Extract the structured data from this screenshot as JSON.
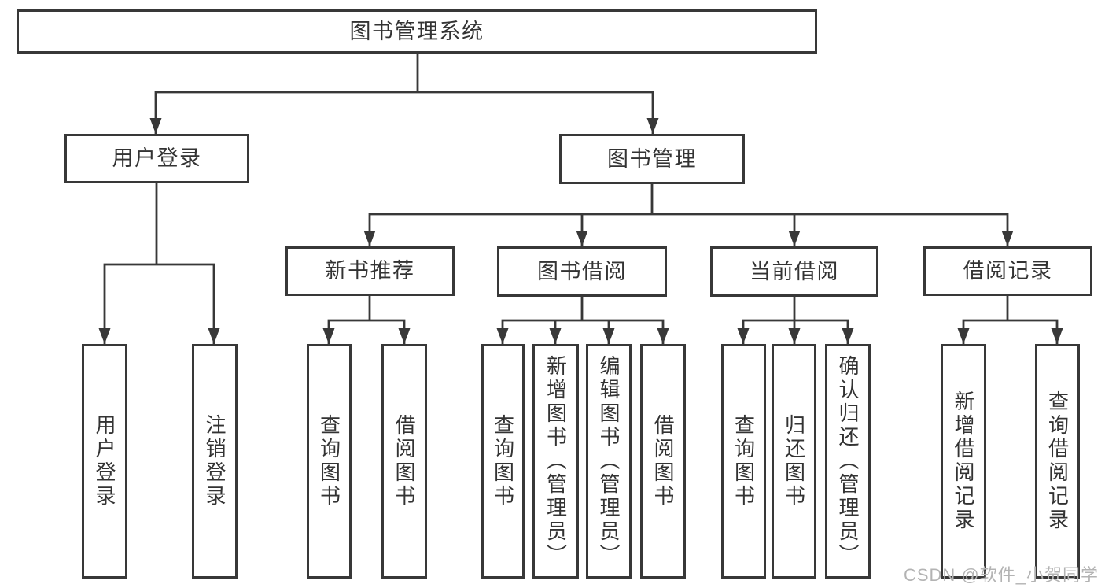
{
  "colors": {
    "line": "#383838",
    "text": "#333333",
    "watermark": "#b3b3b3",
    "background": "#ffffff"
  },
  "nodes": {
    "root": "图书管理系统",
    "user_login": "用户登录",
    "book_management": "图书管理",
    "new_book_recommend": "新书推荐",
    "book_borrow": "图书借阅",
    "current_borrow": "当前借阅",
    "borrow_record": "借阅记录",
    "leaf_user_login": "用户登录",
    "leaf_logout_login": "注销登录",
    "leaf_rec_query_book": "查询图书",
    "leaf_rec_borrow_book": "借阅图书",
    "leaf_bb_query_book": "查询图书",
    "leaf_bb_add_book": "新增图书（管理员）",
    "leaf_bb_edit_book": "编辑图书（管理员）",
    "leaf_bb_borrow_book": "借阅图书",
    "leaf_cb_query_book": "查询图书",
    "leaf_cb_return_book": "归还图书",
    "leaf_cb_confirm_return": "确认归还（管理员）",
    "leaf_br_add_record": "新增借阅记录",
    "leaf_br_query_record": "查询借阅记录"
  },
  "watermark": "CSDN @软件_小贺同学"
}
